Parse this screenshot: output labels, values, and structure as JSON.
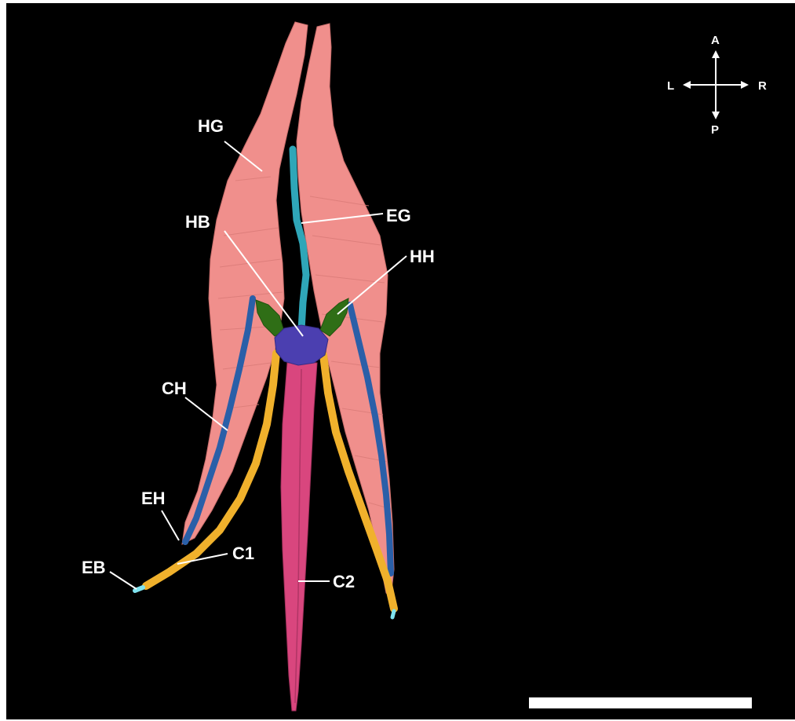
{
  "image": {
    "background_color": "#000000",
    "frame_color": "#ffffff"
  },
  "compass": {
    "anterior": "A",
    "posterior": "P",
    "left": "L",
    "right": "R"
  },
  "labels": {
    "hg": "HG",
    "eg": "EG",
    "hb": "HB",
    "hh": "HH",
    "ch": "CH",
    "eh": "EH",
    "eb": "EB",
    "c1": "C1",
    "c2": "C2"
  },
  "structure_colors": {
    "hg": "#f08f8c",
    "eg": "#2fa6b8",
    "hb": "#4b3fb0",
    "hh": "#2f6e16",
    "ch": "#2a5fa8",
    "c1": "#f0b12c",
    "c2": "#d9467e",
    "eb": "#7fe3ef"
  },
  "scale_bar": {
    "color": "#ffffff"
  }
}
